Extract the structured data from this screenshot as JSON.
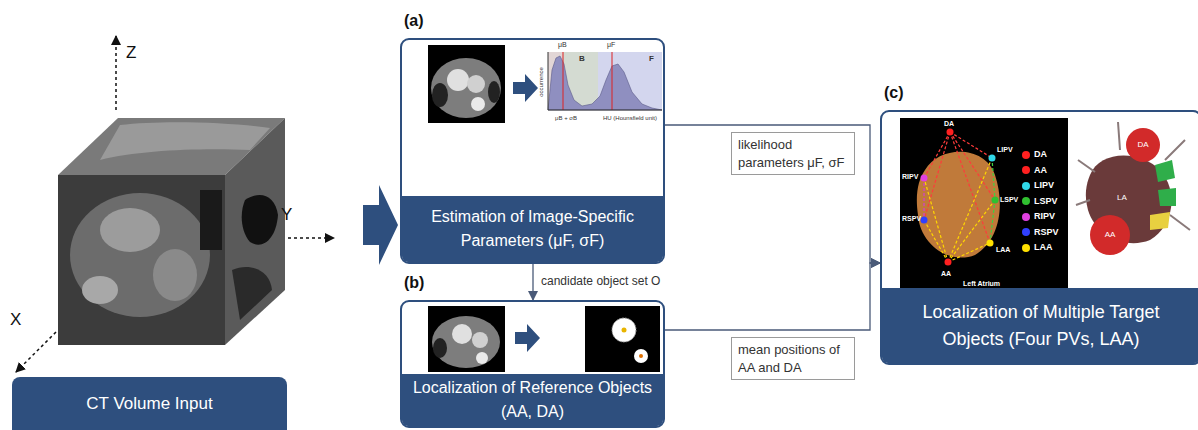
{
  "diagram": {
    "nodes": [
      {
        "text": [
          "CT Volume Input"
        ]
      },
      {
        "text": [
          "(a)"
        ]
      },
      {
        "text": [
          "Estimation of Image-Specific Parameters (μF, σF)"
        ],
        "in": 1
      },
      {
        "text": [
          "(b)"
        ]
      },
      {
        "text": [
          "Localization of Reference Objects (AA, DA)"
        ],
        "in": 3
      },
      {
        "text": [
          "(c)"
        ]
      },
      {
        "text": [
          "Localization of Multiple Target Objects (Four PVs, LAA)"
        ],
        "in": 5
      }
    ],
    "edges": [
      {
        "from": 1,
        "to": 3,
        "arrow": "to",
        "label": "candidate object set O"
      },
      {
        "from": 1,
        "to": 5,
        "arrow": "to",
        "label": "likelihood parameters μF, σF"
      },
      {
        "from": 3,
        "to": 5,
        "arrow": "to",
        "label": "mean positions of AA and DA"
      }
    ],
    "labels": [
      "Z",
      "Y",
      "X",
      "μB",
      "μF",
      "B",
      "F",
      "occurrence",
      "μB + σB",
      "HU (Hounsfield unit)",
      "DA",
      "LIPV",
      "LSPV",
      "RIPV",
      "RSPV",
      "AA",
      "LAA",
      "Left Atrium",
      "DA",
      "AA",
      "LA"
    ],
    "legend": [
      {
        "text": "DA",
        "color": "#ff2020"
      },
      {
        "text": "AA",
        "color": "#ff2020"
      },
      {
        "text": "LIPV",
        "color": "#30d8e8"
      },
      {
        "text": "LSPV",
        "color": "#30c030"
      },
      {
        "text": "RIPV",
        "color": "#e040e0"
      },
      {
        "text": "RSPV",
        "color": "#3040ff"
      },
      {
        "text": "LAA",
        "color": "#ffe000"
      }
    ]
  }
}
